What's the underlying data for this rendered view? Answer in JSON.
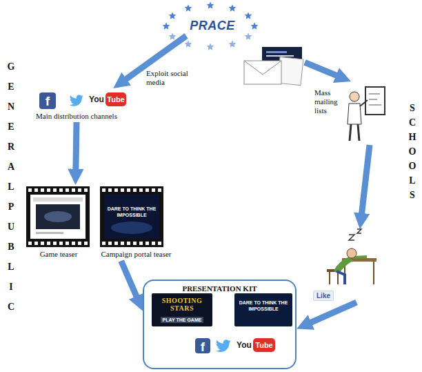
{
  "diagram": {
    "nodes": [
      {
        "text": [
          "PRACE"
        ]
      },
      {
        "text": [
          "Main distribution channels"
        ]
      },
      {
        "text": []
      },
      {
        "text": []
      },
      {
        "text": [
          "Game teaser"
        ]
      },
      {
        "text": [
          "Campaign portal teaser"
        ]
      },
      {
        "text": [
          "Like"
        ]
      },
      {
        "text": [
          "PRESENTATION KIT"
        ]
      },
      {
        "text": [
          "SHOOTING STARS",
          "PLAY THE GAME"
        ],
        "in": 7
      },
      {
        "text": [
          "DARE TO THINK THE IMPOSSIBLE"
        ],
        "in": 7
      }
    ],
    "edges": [
      {
        "from": 0,
        "to": 1,
        "arrow": "to",
        "label": "Exploit social media"
      },
      {
        "from": 2,
        "to": 3,
        "arrow": "to",
        "label": "Mass mailing lists"
      },
      {
        "from": 1,
        "to": 4,
        "arrow": "to"
      },
      {
        "from": 5,
        "to": 7,
        "arrow": "to"
      },
      {
        "from": 3,
        "to": 6,
        "arrow": "to"
      },
      {
        "from": 6,
        "to": 7,
        "arrow": "to"
      }
    ],
    "labels": [
      "GENERAL PUBLIC",
      "SCHOOLS",
      "f",
      "You",
      "Tube",
      "DARE TO THINK THE IMPOSSIBLE",
      "f",
      "You",
      "Tube"
    ]
  }
}
